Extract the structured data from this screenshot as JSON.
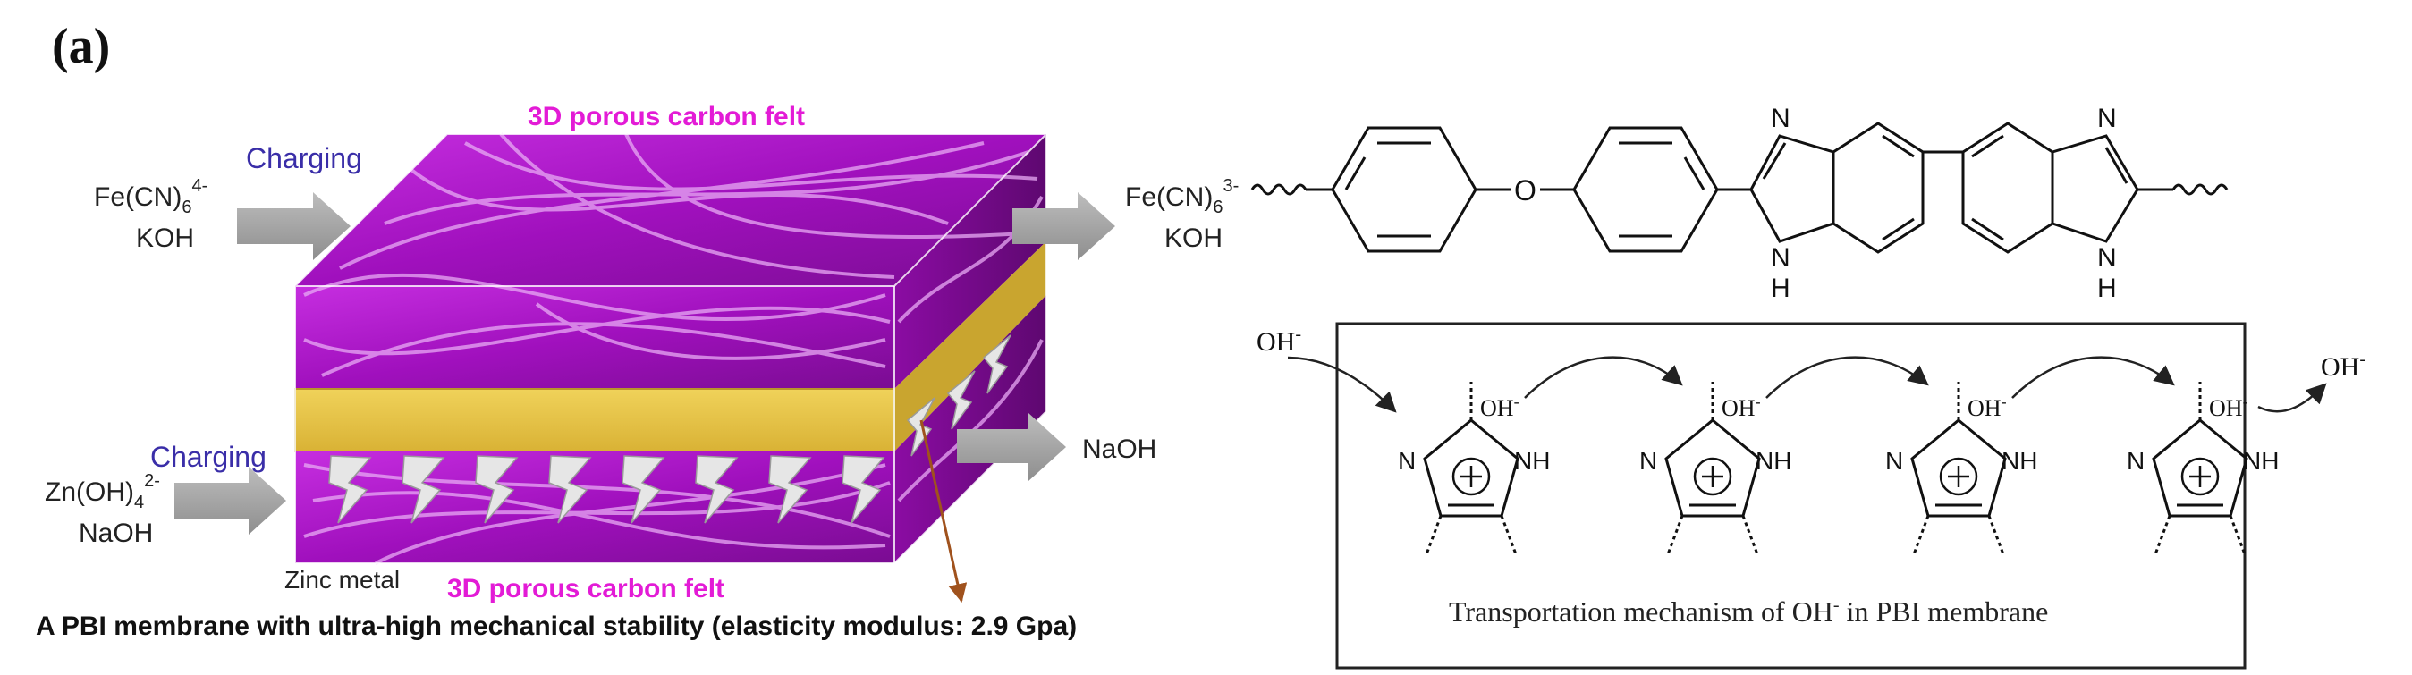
{
  "panel_label": "(a)",
  "cell": {
    "top_label": "3D porous carbon felt",
    "bottom_label": "3D porous carbon felt",
    "charging_top": "Charging",
    "charging_bottom": "Charging",
    "anolyte_in": {
      "species": "Fe(CN)",
      "sub": "6",
      "sup": "4-",
      "electrolyte": "KOH"
    },
    "anolyte_out": {
      "species": "Fe(CN)",
      "sub": "6",
      "sup": "3-",
      "electrolyte": "KOH"
    },
    "catholyte_in": {
      "species": "Zn(OH)",
      "sub": "4",
      "sup": "2-",
      "electrolyte": "NaOH"
    },
    "catholyte_out": "NaOH",
    "zinc_label": "Zinc metal",
    "caption": "A PBI membrane with ultra-high mechanical stability (elasticity modulus: 2.9 Gpa)"
  },
  "structure": {
    "oxygen": "O",
    "n1": "N",
    "nh1": "N",
    "h1": "H",
    "n2": "N",
    "nh2": "N",
    "h2": "H"
  },
  "mechanism": {
    "oh_in": "OH",
    "oh_out": "OH",
    "minus": "-",
    "ring_n": "N",
    "ring_nh": "NH",
    "ring_oh": "OH",
    "caption_pre": "Transportation mechanism of OH",
    "caption_sup": "-",
    "caption_post": " in PBI membrane"
  },
  "colors": {
    "felt": "#b013c8",
    "felt_dark": "#6e0a82",
    "fiber": "#e6a6f2",
    "membrane": "#e8c443",
    "membrane_side": "#c9a52f",
    "arrow": "#a3a3a3",
    "label_magenta": "#e31bd6",
    "label_blue": "#3a2ea8",
    "pointer": "#a0521d"
  }
}
